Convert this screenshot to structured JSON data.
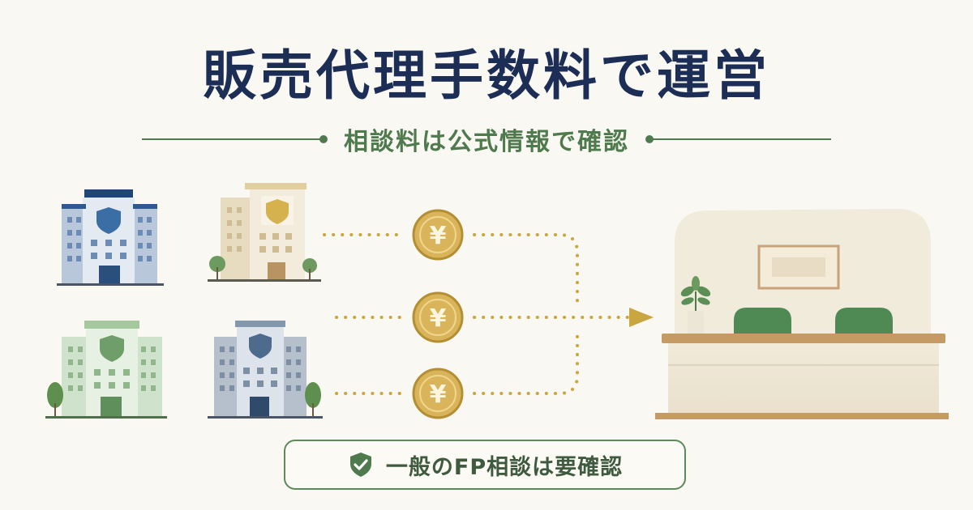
{
  "title": "販売代理手数料で運営",
  "subtitle": "相談料は公式情報で確認",
  "coin_symbol": "¥",
  "badge": {
    "label": "一般のFP相談は要確認",
    "icon": "shield-check-icon"
  },
  "colors": {
    "navy": "#1c2e55",
    "green": "#4f7a4d",
    "gold": "#c9a640",
    "background": "#faf8f2"
  },
  "buildings": [
    {
      "name": "navy-office-building",
      "color": "#2f5a8f"
    },
    {
      "name": "beige-office-building",
      "color": "#d6b86a"
    },
    {
      "name": "green-office-building",
      "color": "#6f9e6a"
    },
    {
      "name": "slate-office-building",
      "color": "#4d6b8c"
    }
  ]
}
